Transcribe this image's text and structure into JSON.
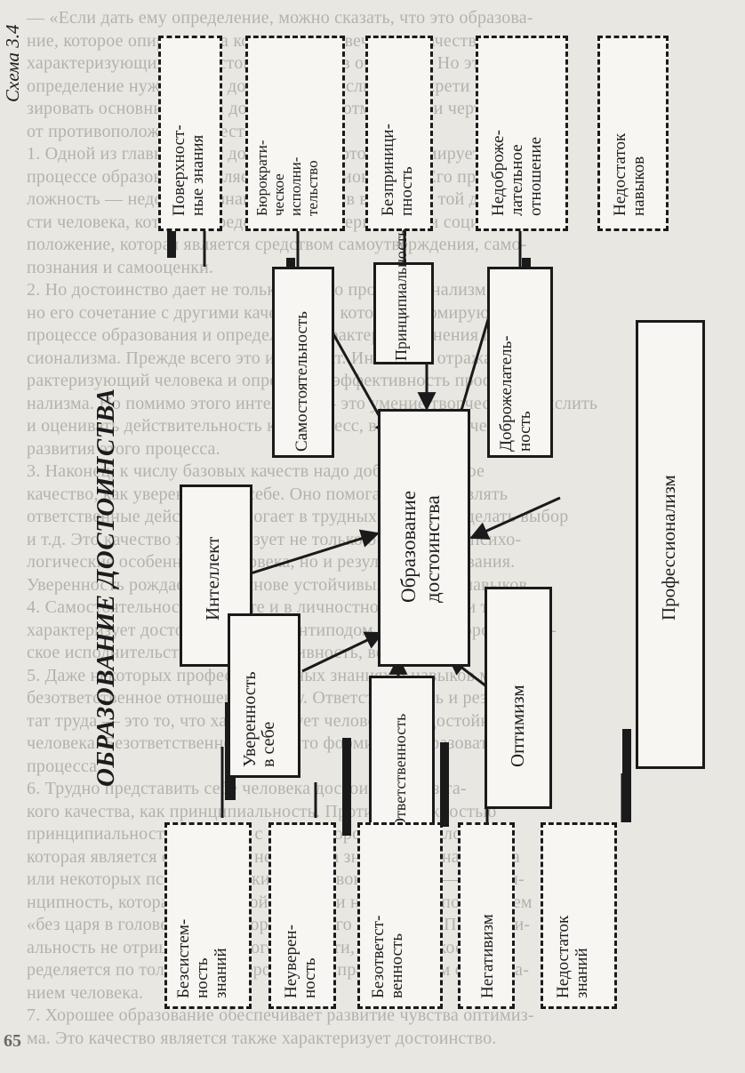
{
  "schema_label": "Схема 3.4",
  "title": "ОБРАЗОВАНИЕ ДОСТОИНСТВА",
  "center": "Образование\nдостоинства",
  "top_negatives": [
    "Поверхност-\nные знания",
    "Бюрократи-\nческое\nисполни-\nтельство",
    "Безприници-\nпность",
    "Недоброже-\nлательное\nотношение",
    "Недостаток\nнавыков"
  ],
  "top_qualities": [
    "Самостоятельность",
    "Принципиальность",
    "Доброжелатель-\nность"
  ],
  "left_qualities": [
    "Интеллект",
    "Уверенность\nв себе"
  ],
  "right_quality": "Профессионализм",
  "bottom_qualities": [
    "Ответственность",
    "Оптимизм"
  ],
  "bottom_negatives": [
    "Безсистем-\nность\nзнаний",
    "Неуверен-\nность",
    "Безответст-\nвенность",
    "Негативизм",
    "Недостаток\nзнаний"
  ],
  "page_number": "65",
  "background_lines": [
    "— «Если дать ему определение, можно сказать, что это образова-",
    "ние, которое опирается на комплекс человеческих качеств,",
    "характеризующих его достойную жизнь в обществе. Но эт",
    "определение нуждается в дополнениях, если не конкрети",
    "зировать основные черты достоинства и отметить эти черты",
    "от противоположных качеств (рис. 3.4).",
    "1. Одной из главных черт достоинства, которая формируется в",
    "процессе образования, является профессионализм. Его противопо-",
    "ложность — недостаток знаний и навыков в области той деятельно-",
    "сти человека, которая определяет его материальное и социальное",
    "положение, которая является средством самоутверждения, само-",
    "познания и самооценки.",
    "2. Но достоинство дает не только высоко профессионализм,",
    "но его сочетание с другими качествами, которые формируются в",
    "процессе образования и определяют характер применения профес-",
    "сионализма. Прежде всего это интеллект. Интеллект отражает ха-",
    "рактеризующий человека и определяет эффективность профессио-",
    "нализма. Но помимо этого интеллект — это умение творчески осмыслить",
    "и оценивать действительность как процесс, видя в ней качества",
    "развития этого процесса.",
    "3. Наконец, к числу базовых качеств надо добавить и такое",
    "качество, как уверенность в себе. Оно помогает осуществлять",
    "ответственные действия, помогает в трудных ситуациях делать выбор",
    "и т.д. Это качество характеризует не только особенности психо-",
    "логические особенности человека, но и результат образования.",
    "Уверенность рождается на основе устойчивых знаний и навыков.",
    "4. Самостоятельность в работе и в личностном поведении тоже",
    "характеризует достоинство, но ее антиподом является бюрократиче-",
    "ское исполнительство, безынициативность, ведомость.",
    "5. Даже некоторых профессиональных знаниях и навыков можно",
    "безответственное отношение к делу. Ответственность и резуль-",
    "тат труда — это то, что характеризует человека как достойного",
    "человека. Безответственность, то, что формирует образовательного",
    "процесса.",
    "6. Трудно представить себе человека достоинства без та-",
    "кого качества, как принципиальность. Противоположностью",
    "принципиальности является, с одной стороны, твердолобость,",
    "которая является следствием недостатка знаний и незнания ума",
    "или некоторых психологических установок, с другой — беспри-",
    "нципность, которая в народной мудрости называется поведением",
    "«без царя в голове» или по формуле «чего изволите». Принципи-",
    "альность не отрицает разумного гибкости, но эта гибкость оп-",
    "ределяется по только характером, но не прагматичным образова-",
    "нием человека.",
    "7. Хорошее образование обеспечивает развитие чувства оптимиз-",
    "ма. Это качество является также характеризует достоинство."
  ]
}
